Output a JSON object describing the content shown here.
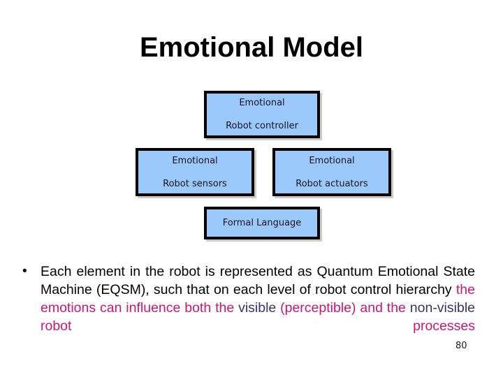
{
  "slide": {
    "title": "Emotional Model",
    "number": "80",
    "accent_colors": {
      "box_fill": "#9CC9FB",
      "box_border": "#000000",
      "magenta_text": "#CC1570",
      "navy_text": "#353566",
      "body_text": "#000000",
      "background": "#FFFFFF"
    }
  },
  "diagram": {
    "boxes": [
      {
        "id": "emotional-robot-controller",
        "line1": "Emotional",
        "line2": "Robot controller"
      },
      {
        "id": "emotional-robot-sensors",
        "line1": "Emotional",
        "line2": "Robot sensors"
      },
      {
        "id": "emotional-robot-actuators",
        "line1": "Emotional",
        "line2": "Robot actuators"
      },
      {
        "id": "formal-language",
        "line1": "Formal Language",
        "line2": ""
      }
    ]
  },
  "body": {
    "bullet_marker": "•",
    "segments": [
      {
        "text": "Each element in the robot is represented as Quantum Emotional State Machine (EQSM), such that on each level of robot control hierarchy ",
        "color": "black"
      },
      {
        "text": "the emotions can influence both the ",
        "color": "magenta"
      },
      {
        "text": "visible ",
        "color": "navy"
      },
      {
        "text": "(perceptible)  and the ",
        "color": "magenta"
      },
      {
        "text": "non-visible ",
        "color": "navy"
      },
      {
        "text": "robot processes",
        "color": "magenta"
      }
    ],
    "full_text": "Each element in the robot is represented as Quantum Emotional State Machine (EQSM), such that on each level of robot control hierarchy the emotions can influence both the visible (perceptible) and the non-visible robot processes"
  }
}
